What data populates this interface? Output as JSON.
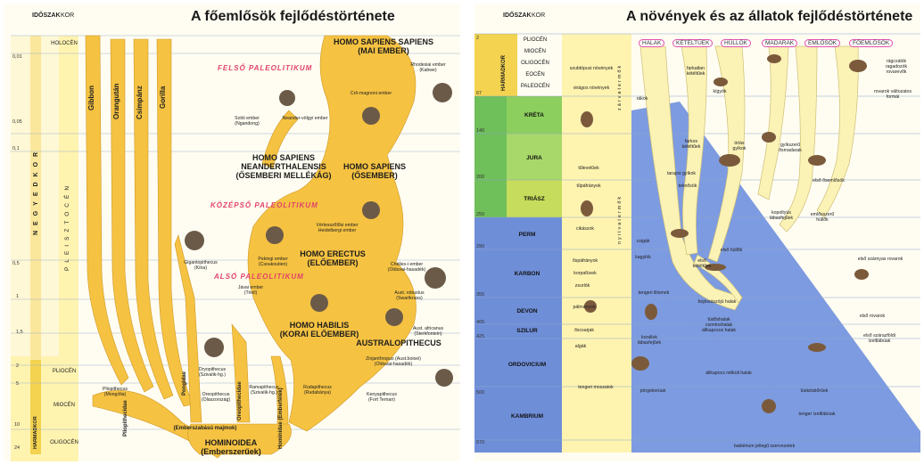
{
  "colors": {
    "branch": "#f5c242",
    "branch_light": "#fbe79b",
    "branch_edge": "#cf9a2a",
    "grid": "#9fb3c8",
    "pleistocene": "#fff3b0",
    "holocene": "#fff8d6",
    "harmadkor": "#f3d34f",
    "paleo_pink": "#e2426b",
    "kreta": "#8ccf5e",
    "jura": "#a8d86a",
    "triasz": "#c6dc5c",
    "palaeozoic": "#6f8ed8",
    "sea_blue": "#7d9be0",
    "cat_border": "#e24fb0"
  },
  "left": {
    "title": "A főemlősök fejlődéstörténete",
    "header_idoszak": "IDŐSZAK",
    "header_kor": "KOR",
    "age_ticks": [
      "0,01",
      "0,05",
      "0,1",
      "0,5",
      "1",
      "1,5",
      "2",
      "5",
      "10",
      "24"
    ],
    "era_negyedkor": "NEGYEDKOR",
    "era_harmadkor": "HARMADKOR",
    "period_pleisztocen": "PLEISZTOCÉN",
    "epochs": [
      "HOLOCÉN",
      "PLIOCÉN",
      "MIOCÉN",
      "OLIGOCÉN"
    ],
    "paleolithic": [
      "FELSŐ PALEOLITIKUM",
      "KÖZÉPSŐ PALEOLITIKUM",
      "ALSÓ PALEOLITIKUM"
    ],
    "apes": [
      "Gibbon",
      "Orangután",
      "Csimpánz",
      "Gorilla"
    ],
    "families": [
      "Pliopithecidae",
      "Pongidae",
      "Oreopithecidae",
      "Hominidae (Emberfélék)",
      "(Emberszabású majmok)"
    ],
    "superfamily": "HOMINOIDEA\n(Emberszerűek)",
    "taxa": {
      "sapiens_sapiens": "HOMO SAPIENS SAPIENS\n(MAI EMBER)",
      "neanderthalensis": "HOMO SAPIENS\nNEANDERTHALENSIS\n(ŐSEMBERI MELLÉKÁG)",
      "sapiens": "HOMO SAPIENS\n(ŐSEMBER)",
      "erectus": "HOMO ERECTUS\n(ELŐEMBER)",
      "habilis": "HOMO HABILIS\n(KORAI ELŐEMBER)",
      "australopithecus": "AUSTRALOPITHECUS"
    },
    "small": {
      "rhodesia": "Rhodesiai ember\n(Kabwe)",
      "cromagnon": "Crô-magnoni ember",
      "neander": "Neander-völgyi ember",
      "solo": "Solói ember\n(Ngandong)",
      "vertesszolos": "Vértesszőlősi ember\nHeidelbergi ember",
      "peking": "Pekingi ember\n(Csoukoutien)",
      "chelles": "Chelles-i ember\n(Olduvai-hasadék)",
      "java": "Jávai ember\n(Trinil)",
      "gigantopithecus": "Gigantopithecus\n(Kína)",
      "robustus": "Aust. robustus\n(Swartkrans)",
      "africanus": "Aust. africanus\n(Sterkfontein)",
      "zinjanthropus": "Zinjanthropus (Aust.boisei)\n(Olduvai-hasadék)",
      "dryopithecus": "Dryopithecus\n(Szivalik-hg.)",
      "oreopithecus": "Oreopithecus\n(Olaszország)",
      "ramapithecus": "Ramapithecus\n(Szivalik-hg.)",
      "rudapithecus": "Rudapithecus\n(Rudabánya)",
      "kenyapithecus": "Kenyapithecus\n(Fort Ternan)",
      "pliopithecus": "Pliopithecus\n(Mongólia)"
    }
  },
  "right": {
    "title": "A növények és az állatok fejlődéstörténete",
    "header_idoszak": "IDŐSZAK",
    "header_kor": "KOR",
    "age_ticks": [
      "2",
      "67",
      "140",
      "200",
      "250",
      "290",
      "355",
      "405",
      "425",
      "500",
      "570"
    ],
    "harmadkor": "HARMADKOR",
    "cenozoic_epochs": [
      "PLIOCÉN",
      "MIOCÉN",
      "OLIGOCÉN",
      "EOCÉN",
      "PALEOCÉN"
    ],
    "periods": [
      "KRÉTA",
      "JURA",
      "TRIÁSZ",
      "PERM",
      "KARBON",
      "DEVON",
      "SZILUR",
      "ORDOVICIUM",
      "KAMBRIUM"
    ],
    "plant_labels": [
      "szubtópusi növények",
      "virágos növények",
      "tűlevelűek",
      "tűpáfrányok",
      "cikászok",
      "őspáfrányok",
      "korpafüvek",
      "zsurlók",
      "pálmányok",
      "őscsarjak",
      "algák",
      "tengeri moszatok"
    ],
    "plant_column": "zárvatermők",
    "plant_column2": "nyitvatermők",
    "categories": [
      "HALAK",
      "KÉTÉLTŰEK",
      "HÜLLŐK",
      "MADARAK",
      "EMLŐSÖK",
      "FŐEMLŐSÖK"
    ],
    "animal_labels": {
      "farkatlan": "farkatlan\nkétéltűek",
      "kigyok": "kígyók",
      "rakok": "rákok",
      "farkos": "farkos\nkétéltűek",
      "orias": "óriás\ngyíkok",
      "gyikszeru": "gyíkszerű\nősmadarak",
      "csoko": "első ősemlősök",
      "teknosok": "teknősök",
      "tarajos": "tarajos gyíkok",
      "kopoltyus": "kopoltyús\nlábasfejűek",
      "emlosszeru": "emlősszerű\nhüllők",
      "csigak": "csigák",
      "kagylok": "kagylók",
      "elso_hullok": "első hüllők",
      "elso_ketteltuek": "első\nkétéltűek",
      "tengeri_liliomok": "tengeri liliomok",
      "bojtosuszo": "bojtosúszójú halak",
      "tudoshalak": "tüdőshalak\ncsontoshalak\nállkapcsos halak",
      "korallok": "korallok\nlábasfejűek",
      "allkapocs": "állkapocs nélküli halak",
      "porgekorok": "pörgekorúak",
      "tuskesborok": "tüskésbőrűek",
      "tengeri_leztlabuak": "tenger ízeltlábúak",
      "baktereium": "baktérium jellegű szervezetek",
      "ragcsalok": "rágcsálók\nragadozók\nrovarevők",
      "rovarok_valt": "rovarok változatos\nformái",
      "elso_szarnyas": "első szárnyas rovarok",
      "elso_rovarok": "első rovarok",
      "elso_szarazfoldi": "első szárazföldi\nízeltlábúak"
    }
  }
}
